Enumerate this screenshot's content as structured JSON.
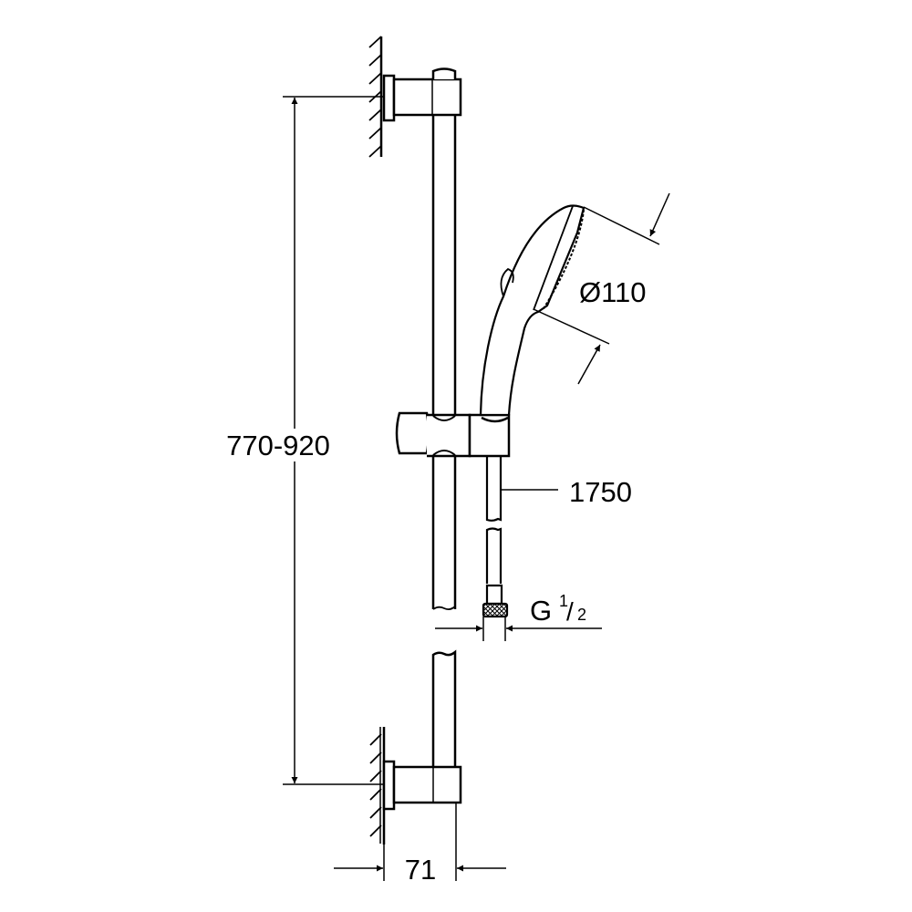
{
  "drawing": {
    "dimensions": {
      "rail_mount_height": "770-920",
      "wall_projection": "71",
      "hose_length": "1750",
      "head_diameter": "Ø110",
      "thread_prefix": "G",
      "thread_numerator": "1",
      "thread_slash": "/",
      "thread_denominator": "2"
    },
    "colors": {
      "line": "#000000",
      "background": "#ffffff"
    }
  }
}
